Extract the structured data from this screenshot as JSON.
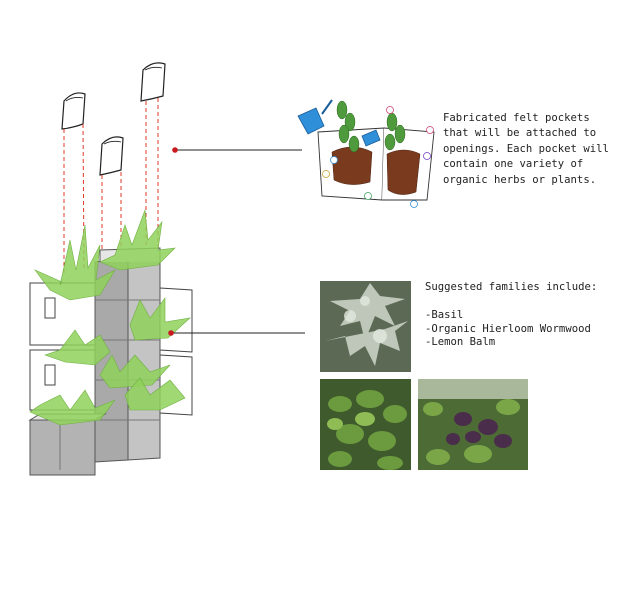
{
  "felt_caption": "Fabricated felt pockets\nthat will be attached to\nopenings. Each pocket will\ncontain one variety of\norganic herbs or plants.",
  "families": {
    "title": "Suggested families include:",
    "items": [
      "-Basil",
      "-Organic Hierloom Wormwood",
      "-Lemon Balm"
    ]
  },
  "colors": {
    "leader_marker": "#c8191e",
    "pocket_guides": "#e0392b",
    "panel_gray": "#a9a9a9",
    "plant_green": "#8fd15a",
    "watering_can": "#2f8fd8"
  },
  "icons": [
    "felt-pocket-icon",
    "watering-can-icon",
    "herb-plant-icon"
  ]
}
